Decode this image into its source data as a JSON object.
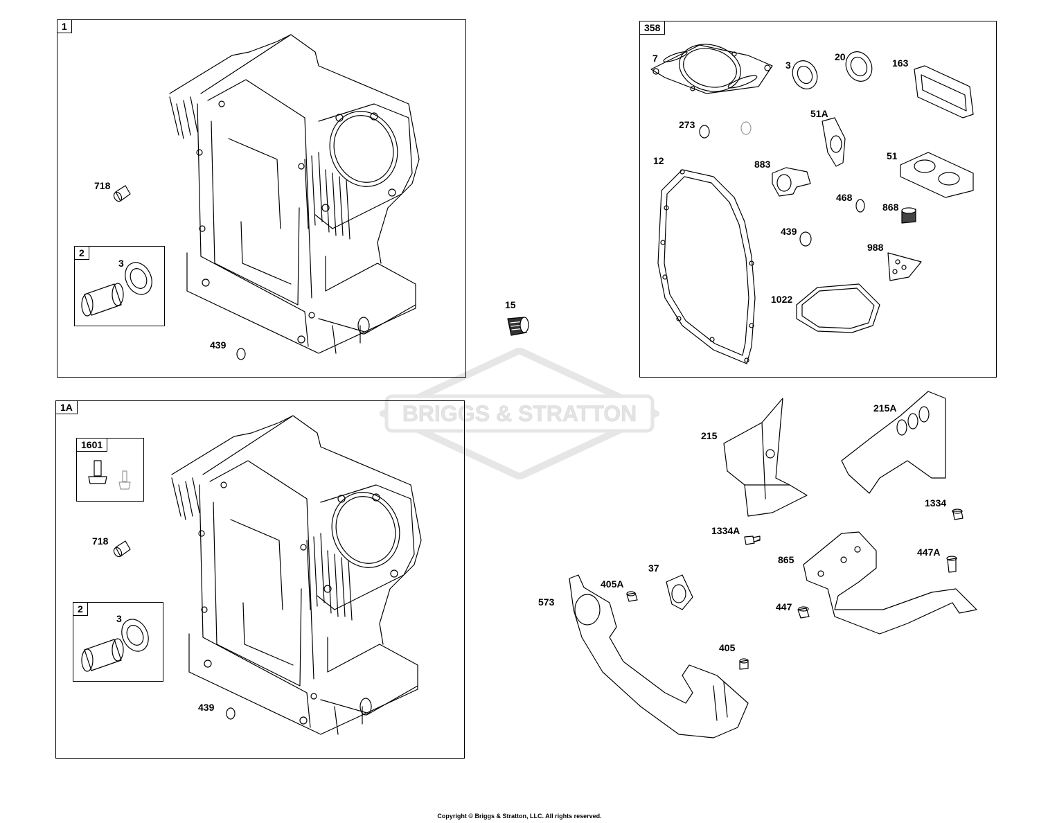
{
  "watermark": {
    "brand": "BRIGGS & STRATTON"
  },
  "copyright": "Copyright © Briggs & Stratton, LLC. All rights reserved.",
  "group_1": {
    "tag": "1",
    "labels": {
      "l718": "718",
      "l439": "439"
    },
    "subgroup_2": {
      "tag": "2",
      "l3": "3"
    }
  },
  "group_1A": {
    "tag": "1A",
    "labels": {
      "l718": "718",
      "l439": "439"
    },
    "subgroup_1601": {
      "tag": "1601"
    },
    "subgroup_2": {
      "tag": "2",
      "l3": "3"
    }
  },
  "group_358": {
    "tag": "358",
    "labels": {
      "l7": "7",
      "l3": "3",
      "l20": "20",
      "l163": "163",
      "l273": "273",
      "l51A": "51A",
      "l51": "51",
      "l883": "883",
      "l12": "12",
      "l468": "468",
      "l868": "868",
      "l439": "439",
      "l988": "988",
      "l1022": "1022"
    }
  },
  "loose_parts": {
    "l15": "15",
    "l215": "215",
    "l215A": "215A",
    "l1334": "1334",
    "l1334A": "1334A",
    "l447A": "447A",
    "l865": "865",
    "l37": "37",
    "l405A": "405A",
    "l573": "573",
    "l447": "447",
    "l405": "405"
  }
}
